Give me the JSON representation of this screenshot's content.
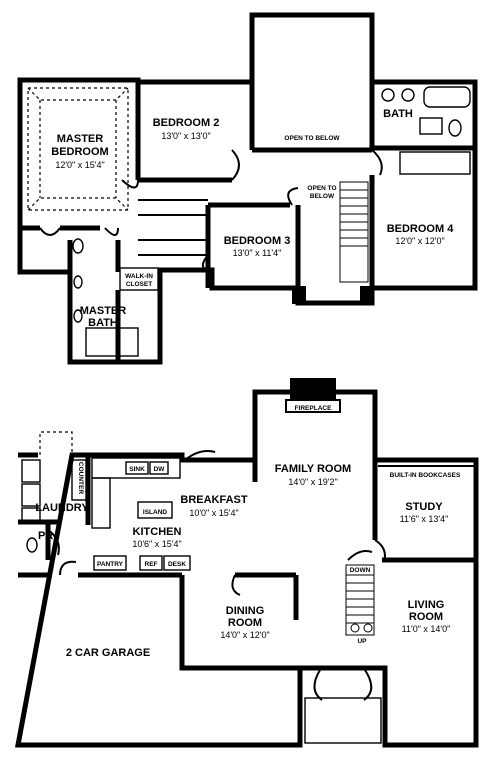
{
  "upper_floor": {
    "master_bedroom": {
      "name_line1": "MASTER",
      "name_line2": "BEDROOM",
      "dims": "12'0\" x 15'4\""
    },
    "bedroom2": {
      "name": "BEDROOM 2",
      "dims": "13'0\" x 13'0\""
    },
    "bedroom3": {
      "name": "BEDROOM 3",
      "dims": "13'0\" x 11'4\""
    },
    "bedroom4": {
      "name": "BEDROOM 4",
      "dims": "12'0\" x 12'0\""
    },
    "bath": "BATH",
    "master_bath_line1": "MASTER",
    "master_bath_line2": "BATH",
    "walk_in_line1": "WALK-IN",
    "walk_in_line2": "CLOSET",
    "open_to_below_top": "OPEN TO BELOW",
    "open_to_below_stair_line1": "OPEN TO",
    "open_to_below_stair_line2": "BELOW"
  },
  "lower_floor": {
    "family_room": {
      "name": "FAMILY ROOM",
      "dims": "14'0\" x 19'2\""
    },
    "breakfast": {
      "name": "BREAKFAST",
      "dims": "10'0\" x 15'4\""
    },
    "kitchen": {
      "name": "KITCHEN",
      "dims": "10'6\" x 15'4\""
    },
    "study": {
      "name": "STUDY",
      "dims": "11'6\" x 13'4\""
    },
    "living_room": {
      "name_line1": "LIVING",
      "name_line2": "ROOM",
      "dims": "11'0\" x 14'0\""
    },
    "dining_room": {
      "name_line1": "DINING",
      "name_line2": "ROOM",
      "dims": "14'0\" x 12'0\""
    },
    "garage": "2 CAR GARAGE",
    "laundry": "LAUNDRY",
    "powder_room": "PR",
    "fireplace": "FIREPLACE",
    "bookcases": "BUILT-IN BOOKCASES",
    "island": "ISLAND",
    "pantry": "PANTRY",
    "counter": "COUNTER",
    "dn": "DOWN",
    "up": "UP",
    "ref": "REF",
    "desk": "DESK",
    "sink": "SINK",
    "dw": "DW"
  }
}
